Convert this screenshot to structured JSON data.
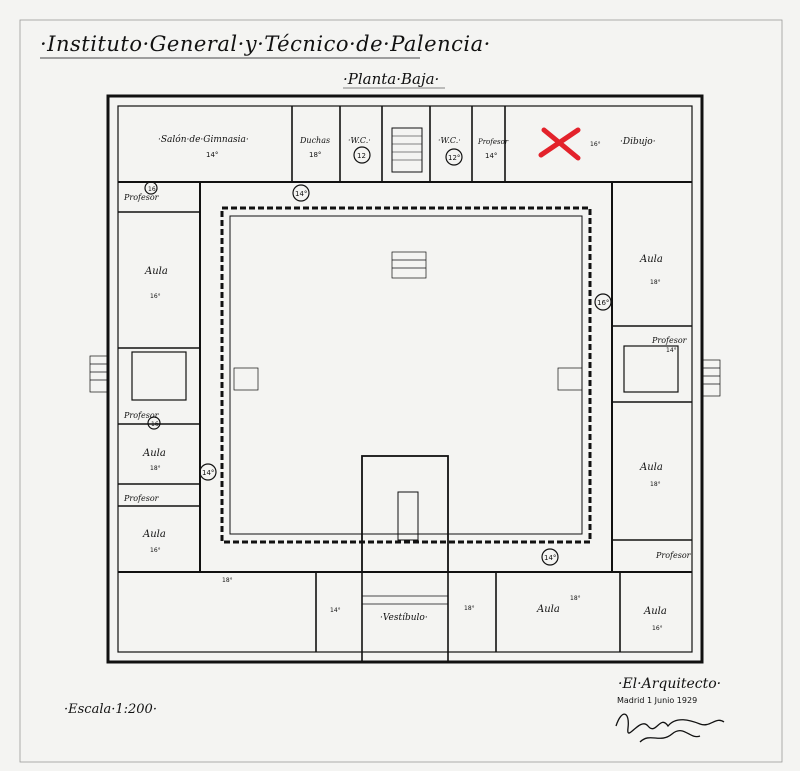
{
  "title": "·Instituto·General·y·Técnico·de·Palencia·",
  "subtitle": "·Planta·Baja·",
  "scale": "·Escala·1:200·",
  "architect": "·El·Arquitecto·",
  "date": "Madrid 1 Junio 1929",
  "rooms": {
    "gym": "·Salón·de·Gimnasia·",
    "showers": "Duchas",
    "wc": "·W.C.·",
    "wc2": "·W.C.·",
    "profesor_top": "Profesor",
    "drawing": "·Dibujo·",
    "profesor_nw": "Profesor",
    "aula_w1": "Aula",
    "profesor_w2": "Profesor",
    "aula_w2": "Aula",
    "profesor_w3": "Profesor",
    "aula_w3": "Aula",
    "aula_e1": "Aula",
    "profesor_e1": "Profesor",
    "aula_e2": "Aula",
    "profesor_e2": "Profesor",
    "vestibule": "·Vestíbulo·",
    "aula_s1": "Aula",
    "aula_s2": "Aula"
  },
  "temps": {
    "gym": "14°",
    "showers": "18°",
    "wc": "12",
    "circle_wc2": "12°",
    "profesor_top": "14°",
    "drawing": "16°",
    "corridor_n": "14°",
    "corridor_e": "16°",
    "corridor_w": "14°",
    "corridor_s": "14°",
    "aula_w1": "16°",
    "aula_w2": "18°",
    "aula_w3": "16°",
    "aula_e1": "18°",
    "aula_e2": "18°",
    "aula_s1": "18°",
    "aula_s2": "16°",
    "profesor_e1": "14°",
    "sw_room": "18°",
    "s_corr": "14°",
    "s_hall": "18°",
    "circle_nw": "16",
    "circle_w2": "16"
  },
  "annotation": {
    "mark": "X",
    "color": "#e3222b"
  },
  "colors": {
    "ink": "#111111",
    "paper": "#f4f4f2",
    "markup": "#e3222b"
  }
}
